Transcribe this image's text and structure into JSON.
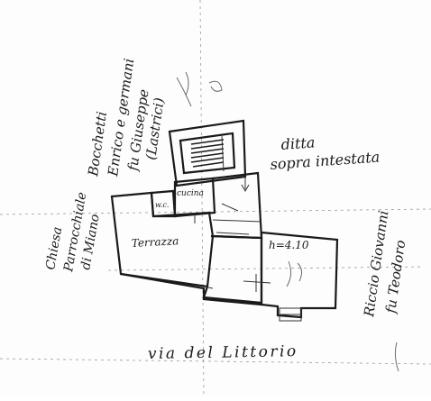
{
  "plan": {
    "labels": {
      "bocchetti_line1": "Bocchetti",
      "bocchetti_line2": "Enrico e germani",
      "bocchetti_line3": "fu Giuseppe",
      "bocchetti_line4": "(Lastrici)",
      "ditta_line1": "ditta",
      "ditta_line2": "sopra intestata",
      "chiesa_line1": "Chiesa",
      "chiesa_line2": "Parrocchiale",
      "chiesa_line3": "di Miano",
      "riccio_line1": "Riccio Giovanni",
      "riccio_line2": "fu Teodoro",
      "street": "via del Littorio",
      "terrace": "Terrazza",
      "kitchen": "cucina",
      "wc": "w.c.",
      "height": "h=4.10"
    }
  }
}
